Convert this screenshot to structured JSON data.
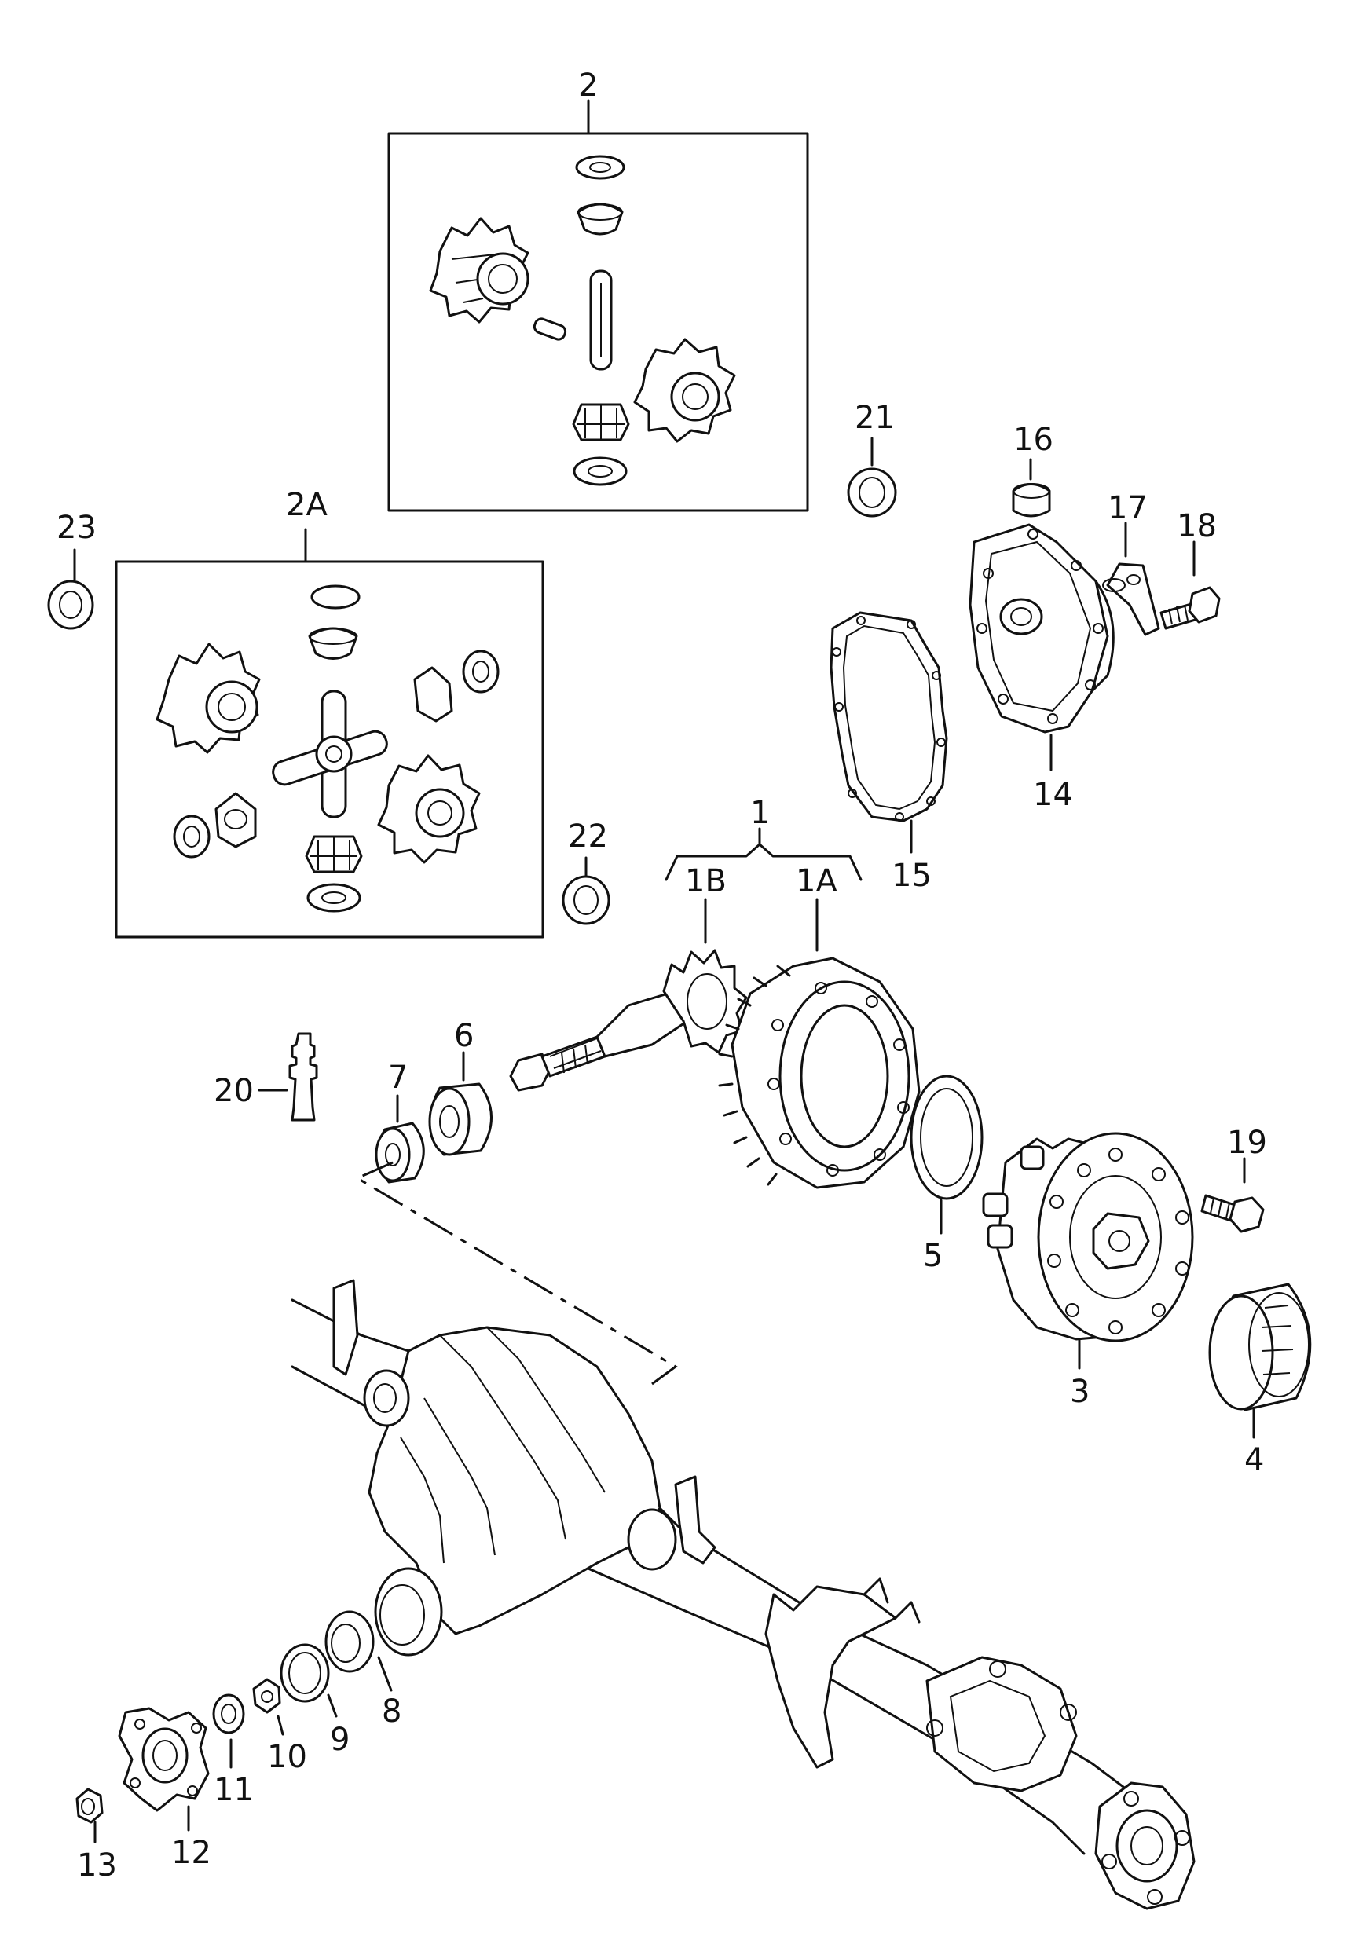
{
  "diagram": {
    "callouts": [
      "2",
      "2A",
      "23",
      "21",
      "16",
      "17",
      "18",
      "14",
      "15",
      "22",
      "1",
      "1B",
      "1A",
      "6",
      "7",
      "20",
      "19",
      "5",
      "3",
      "4",
      "8",
      "9",
      "10",
      "11",
      "12",
      "13"
    ]
  }
}
